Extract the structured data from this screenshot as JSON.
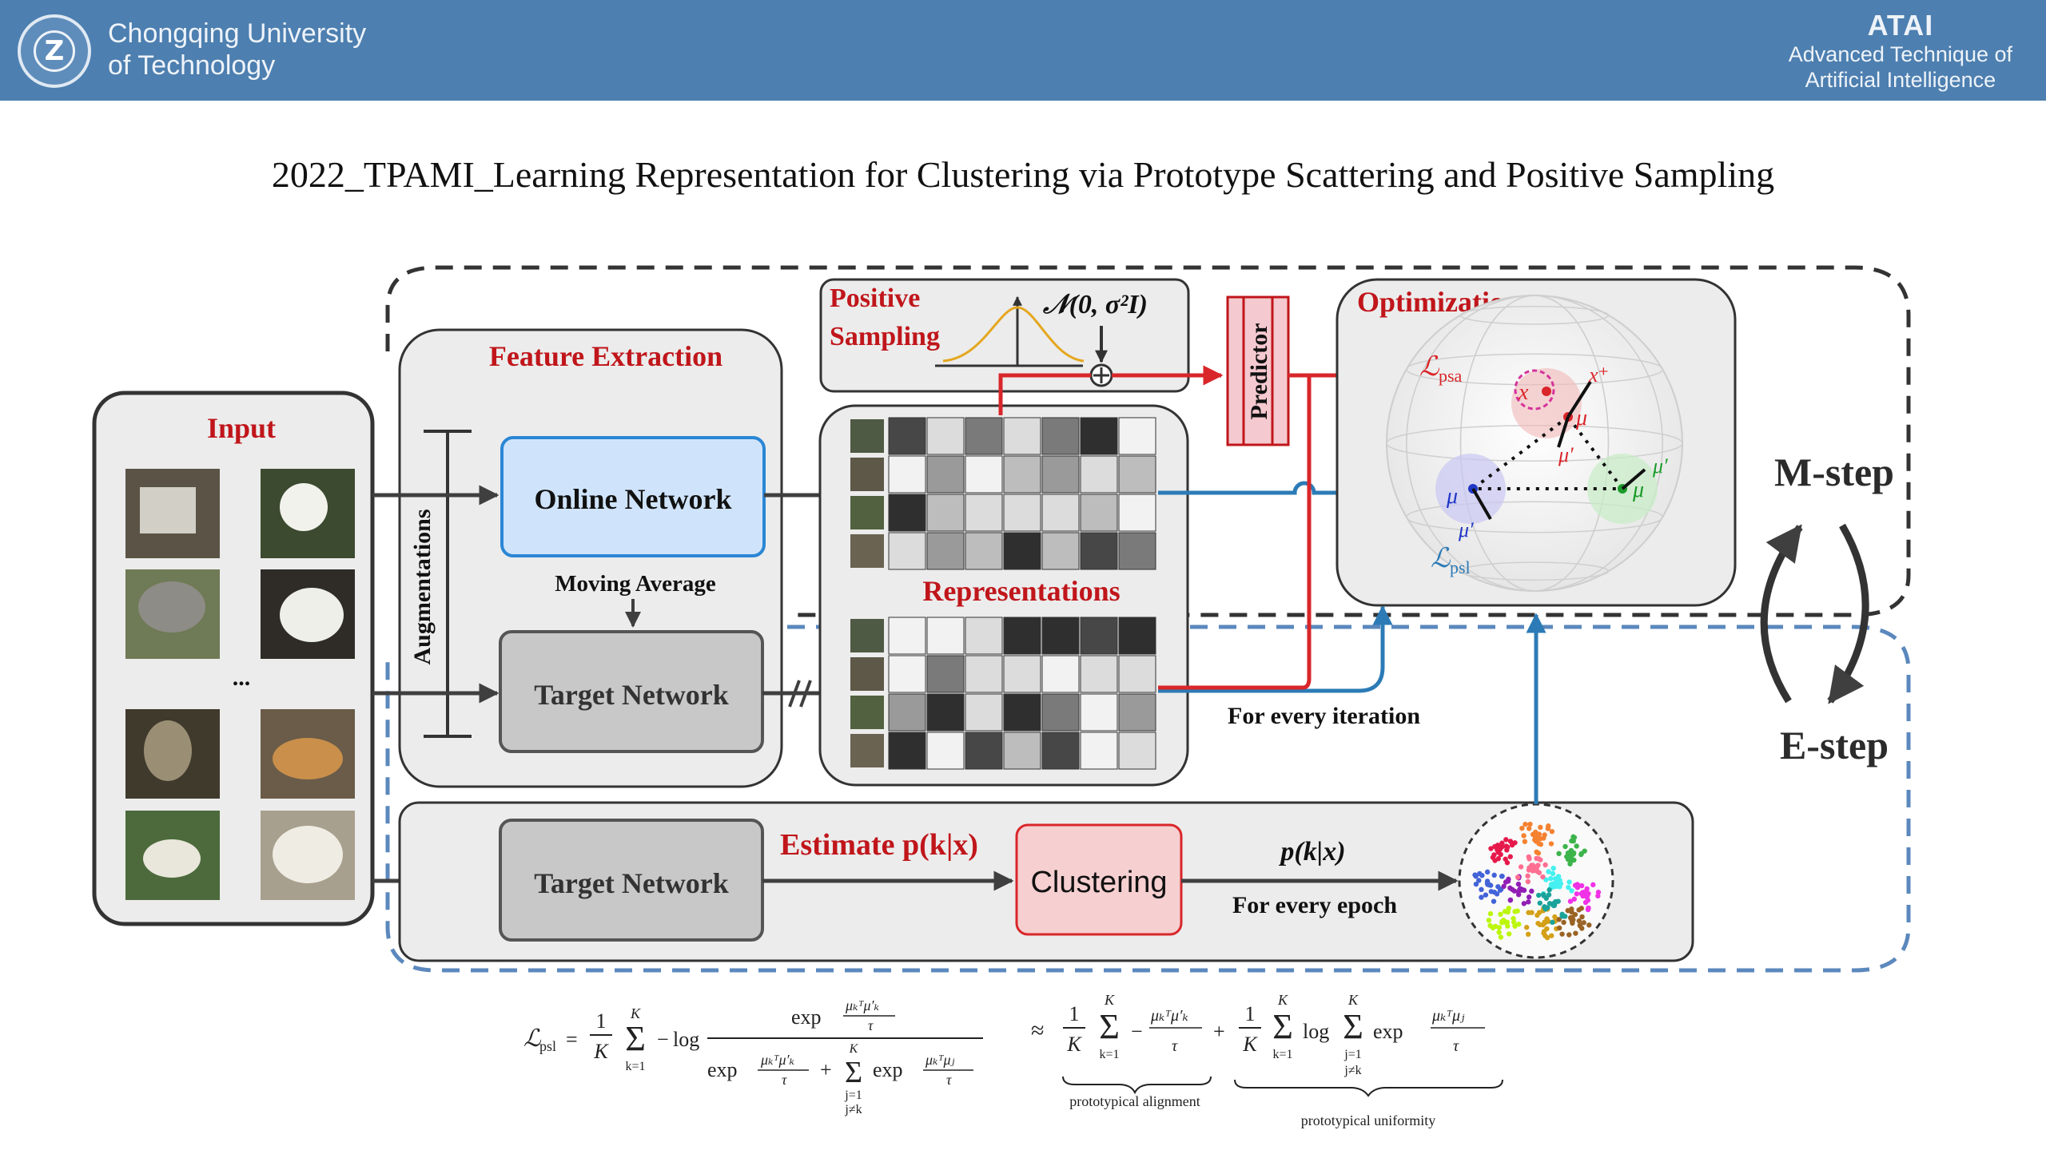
{
  "header": {
    "logo_glyph": "Z",
    "university_line1": "Chongqing University",
    "university_line2": "of Technology",
    "brand": "ATAI",
    "brand_line1": "Advanced Technique of",
    "brand_line2": "Artificial  Intelligence",
    "background_color": "#4d7fb0"
  },
  "title": "2022_TPAMI_Learning Representation for Clustering via Prototype Scattering and Positive Sampling",
  "diagram": {
    "input_label": "Input",
    "feature_extraction_label": "Feature Extraction",
    "augmentations_label": "Augmentations",
    "online_network_label": "Online Network",
    "moving_average_label": "Moving Average",
    "target_network_label": "Target Network",
    "target_network_label_2": "Target Network",
    "ellipsis": "...",
    "positive_sampling_line1": "Positive",
    "positive_sampling_line2": "Sampling",
    "gaussian_label": "𝒩(0, σ²I)",
    "predictor_label": "Predictor",
    "representations_label": "Representations",
    "optimization_label": "Optimization",
    "loss_psa": "ℒ",
    "loss_psa_sub": "psa",
    "loss_psl": "ℒ",
    "loss_psl_sub": "psl",
    "m_step_label": "M-step",
    "e_step_label": "E-step",
    "for_every_iteration": "For every iteration",
    "estimate_label": "Estimate p(k|x)",
    "clustering_label": "Clustering",
    "pkx_label": "p(k|x)",
    "for_every_epoch": "For every epoch",
    "mu_label": "μ",
    "mu_prime_label": "μ′",
    "x_label": "x",
    "x_plus_label": "x⁺",
    "colors": {
      "accent_red": "#c0161b",
      "arrow_red": "#d9262a",
      "arrow_blue": "#2c7bb6",
      "online_fill": "#cfe4fb",
      "online_stroke": "#2b86d4",
      "target_fill": "#c8c8c8",
      "clustering_fill": "#f6cfd0",
      "predictor_fill": "#f4c9cf",
      "panel_fill": "#ececec"
    }
  },
  "formula": {
    "lhs": "ℒ",
    "lhs_sub": "psl",
    "eq": "=",
    "approx": "≈",
    "log": "log",
    "exp": "exp",
    "one": "1",
    "K": "K",
    "sum": "Σ",
    "k1": "k=1",
    "j1": "j=1",
    "jnk": "j≠k",
    "minus": "−",
    "plus": "+",
    "tau": "τ",
    "mu_pair": "μₖᵀμ′ₖ",
    "mu_pair_j": "μₖᵀμⱼ",
    "brace_left_label": "prototypical alignment",
    "brace_right_label": "prototypical uniformity"
  }
}
